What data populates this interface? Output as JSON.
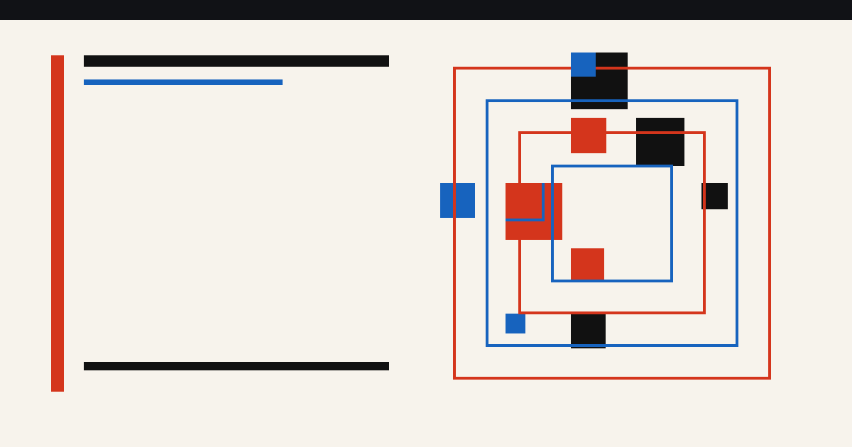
{
  "colors": {
    "background": "#f7f3ec",
    "topbar": "#111216",
    "red": "#d4351c",
    "blue": "#1763be",
    "black": "#111111"
  },
  "artwork": {
    "frames": [
      {
        "name": "outer-frame",
        "color": "red"
      },
      {
        "name": "second-frame",
        "color": "blue"
      },
      {
        "name": "third-frame",
        "color": "red"
      },
      {
        "name": "inner-frame",
        "color": "blue"
      }
    ],
    "blocks": [
      {
        "name": "top-black-block",
        "color": "black"
      },
      {
        "name": "top-blue-block",
        "color": "blue"
      },
      {
        "name": "upper-red-block",
        "color": "red"
      },
      {
        "name": "upper-right-black-block",
        "color": "black"
      },
      {
        "name": "left-blue-block",
        "color": "blue"
      },
      {
        "name": "center-left-red-block",
        "color": "red"
      },
      {
        "name": "right-black-block",
        "color": "black"
      },
      {
        "name": "lower-red-block",
        "color": "red"
      },
      {
        "name": "small-blue-block",
        "color": "blue"
      },
      {
        "name": "bottom-black-block",
        "color": "black"
      }
    ]
  }
}
